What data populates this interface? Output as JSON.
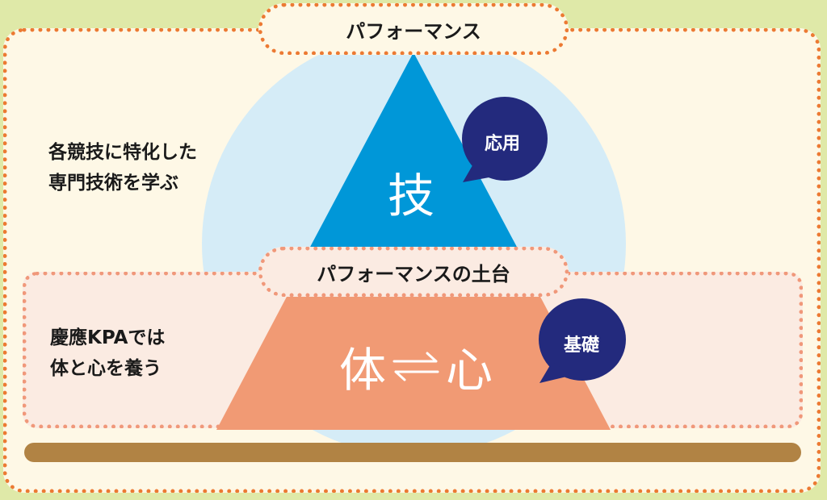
{
  "header": {
    "title": "パフォーマンス"
  },
  "foundation": {
    "title": "パフォーマンスの土台"
  },
  "top_tier": {
    "description": [
      "各競技に特化した",
      "専門技術を学ぶ"
    ],
    "center_label": "技",
    "bubble_label": "応用"
  },
  "bottom_tier": {
    "description": [
      "慶應KPAでは",
      "体と心を養う"
    ],
    "left_label": "体",
    "right_label": "心",
    "connector_icon": "exchange-arrows-icon",
    "bubble_label": "基礎"
  },
  "colors": {
    "triangle": "#0097d8",
    "trapezoid": "#f19a74",
    "bubble": "#232a7d",
    "circle": "#d5ecf7",
    "dotted_border": "#ec7a33",
    "ground": "#b18344"
  }
}
